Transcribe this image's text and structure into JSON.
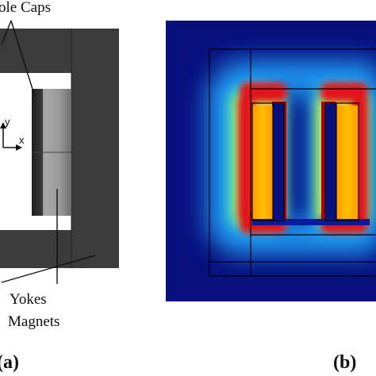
{
  "panel_a": {
    "label": "(a)",
    "callouts": {
      "pole_caps": "ole Caps",
      "yokes": "Yokes",
      "magnets": "Magnets"
    },
    "axes": {
      "y": "y",
      "x": "x"
    }
  },
  "panel_b": {
    "label": "(b)"
  },
  "colors": {
    "yoke": "#3b3b3b",
    "magnet_light": "#9a9a9a",
    "background_field": "#08107e",
    "high_field": "#ffb400",
    "edge_field": "#c8141c"
  }
}
